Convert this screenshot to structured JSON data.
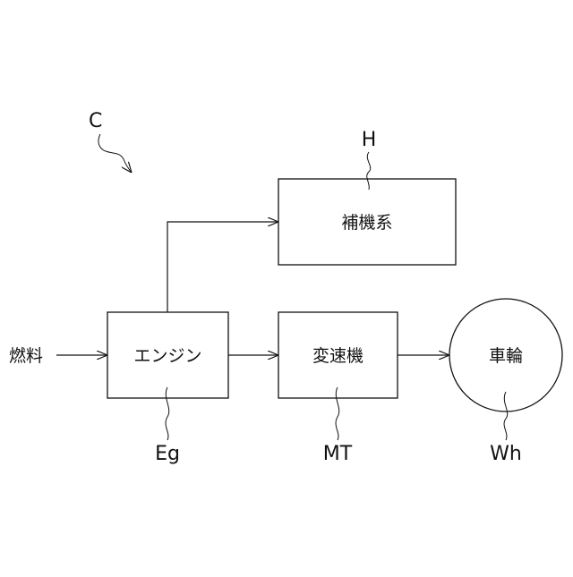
{
  "figure_label": "C",
  "input": {
    "label": "燃料"
  },
  "blocks": {
    "engine": {
      "label": "エンジン",
      "ref": "Eg"
    },
    "auxiliary": {
      "label": "補機系",
      "ref": "H"
    },
    "transmission": {
      "label": "変速機",
      "ref": "MT"
    },
    "wheel": {
      "label": "車輪",
      "ref": "Wh"
    }
  },
  "connections": [
    {
      "from": "fuel_input",
      "to": "engine"
    },
    {
      "from": "engine",
      "to": "auxiliary"
    },
    {
      "from": "engine",
      "to": "transmission"
    },
    {
      "from": "transmission",
      "to": "wheel"
    }
  ],
  "colors": {
    "line": "#111111",
    "background": "#ffffff"
  }
}
